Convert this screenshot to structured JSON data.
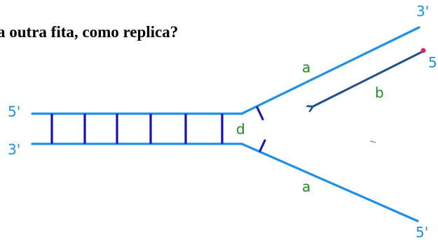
{
  "question": "a outra fita, como replica?",
  "colors": {
    "strand": "#1e90e6",
    "rung": "#1010c8",
    "arrow": "#1f4e8c",
    "letter": "#1a8c1a",
    "end_label": "#1e90e6",
    "dot": "#e0206e"
  },
  "labels": {
    "left_top_end": "5'",
    "left_bottom_end": "3'",
    "upper_right_end": "3'",
    "lower_right_end": "5'",
    "new_strand_end": "5",
    "upper_strand": "a",
    "lower_strand": "a",
    "new_strand": "b",
    "fork": "d"
  }
}
